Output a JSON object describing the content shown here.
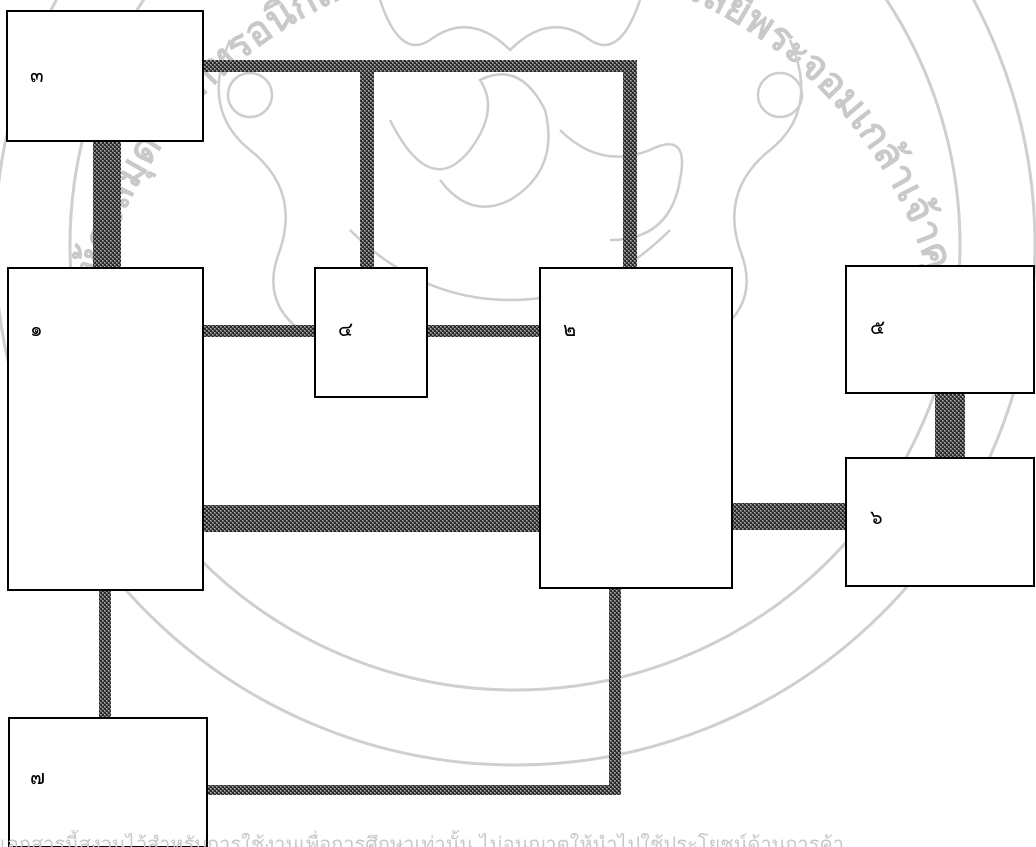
{
  "watermark": {
    "arc_text": "ห้องสมุดอิเล็กทรอนิกส์ มหาวิทยาลัยเทคโนโลยีพระจอมเกล้าเจ้าคุณทหารลาดกระบัง",
    "footer_text": "เอกสารนี้สงวนไว้สำหรับการใช้งานเพื่อการศึกษาเท่านั้น ไม่อนุญาตให้นำไปใช้ประโยชน์ด้านการค้า"
  },
  "diagram": {
    "nodes": [
      {
        "id": "n3",
        "label": "๓"
      },
      {
        "id": "n1",
        "label": "๑"
      },
      {
        "id": "n4",
        "label": "๔"
      },
      {
        "id": "n2",
        "label": "๒"
      },
      {
        "id": "n5",
        "label": "๕"
      },
      {
        "id": "n6",
        "label": "๖"
      },
      {
        "id": "n7",
        "label": "๗"
      }
    ],
    "edges": [
      {
        "from": "n3",
        "to": "n1"
      },
      {
        "from": "n3",
        "to": "n4"
      },
      {
        "from": "n3",
        "to": "n2"
      },
      {
        "from": "n1",
        "to": "n4"
      },
      {
        "from": "n4",
        "to": "n2"
      },
      {
        "from": "n1",
        "to": "n2"
      },
      {
        "from": "n2",
        "to": "n6"
      },
      {
        "from": "n5",
        "to": "n6"
      },
      {
        "from": "n1",
        "to": "n7"
      },
      {
        "from": "n7",
        "to": "n2"
      }
    ]
  }
}
